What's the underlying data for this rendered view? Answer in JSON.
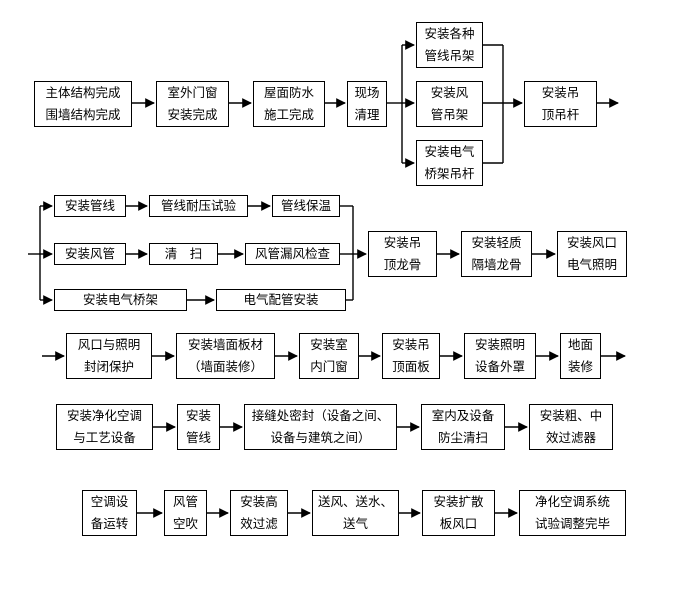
{
  "diagram": {
    "row1": {
      "main_structure": "主体结构完成\n围墙结构完成",
      "exterior_windows": "室外门窗\n安装完成",
      "roof_waterproof": "屋面防水\n施工完成",
      "site_cleanup": "现场\n清理",
      "pipe_hangers": "安装各种\n管线吊架",
      "duct_hangers": "安装风\n管吊架",
      "tray_hangers": "安装电气\n桥架吊杆",
      "ceiling_rods": "安装吊\n顶吊杆"
    },
    "row2": {
      "install_pipes": "安装管线",
      "pressure_test": "管线耐压试验",
      "pipe_insulation": "管线保温",
      "install_ducts": "安装风管",
      "cleaning": "清　扫",
      "duct_leak_check": "风管漏风检查",
      "install_cable_tray": "安装电气桥架",
      "conduit_install": "电气配管安装",
      "ceiling_keel": "安装吊\n顶龙骨",
      "partition_keel": "安装轻质\n隔墙龙骨",
      "vent_lighting": "安装风口\n电气照明"
    },
    "row3": {
      "seal_vents": "风口与照明\n封闭保护",
      "wall_panels": "安装墙面板材\n（墙面装修）",
      "interior_doors": "安装室\n内门窗",
      "ceiling_panels": "安装吊\n顶面板",
      "light_covers": "安装照明\n设备外罩",
      "floor_finish": "地面\n装修"
    },
    "row4": {
      "hvac_process_equipment": "安装净化空调\n与工艺设备",
      "install_lines": "安装\n管线",
      "seal_joints": "接缝处密封（设备之间、\n设备与建筑之间）",
      "dust_cleaning": "室内及设备\n防尘清扫",
      "coarse_medium_filters": "安装粗、中\n效过滤器"
    },
    "row5": {
      "ac_trial_run": "空调设\n备运转",
      "duct_blowout": "风管\n空吹",
      "hepa_filters": "安装高\n效过滤",
      "air_water_supply": "送风、送水、\n送气",
      "diffuser_vents": "安装扩散\n板风口",
      "system_commissioning": "净化空调系统\n试验调整完毕"
    }
  }
}
